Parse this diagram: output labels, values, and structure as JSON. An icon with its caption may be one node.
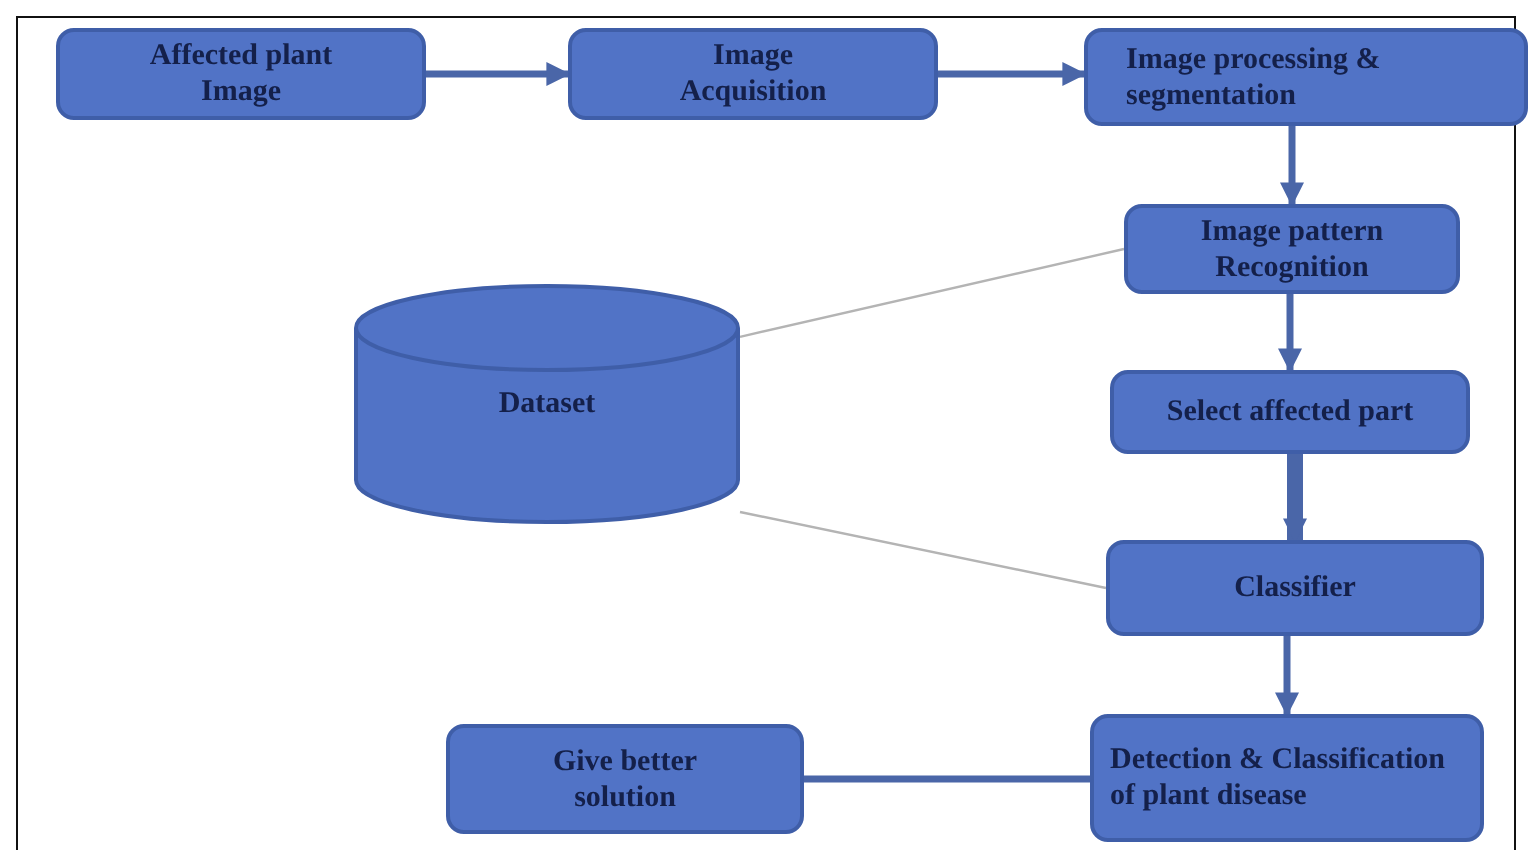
{
  "diagram": {
    "nodes": [
      {
        "text": [
          "Affected plant Image"
        ]
      },
      {
        "text": [
          "Image Acquisition"
        ]
      },
      {
        "text": [
          "Image processing & segmentation"
        ]
      },
      {
        "text": [
          "Image pattern Recognition"
        ]
      },
      {
        "text": [
          "Dataset"
        ]
      },
      {
        "text": [
          "Select affected part"
        ]
      },
      {
        "text": [
          "Classifier"
        ]
      },
      {
        "text": [
          "Give better solution"
        ]
      },
      {
        "text": [
          "Detection & Classification of plant disease"
        ]
      }
    ],
    "edges": [
      {
        "from": 0,
        "to": 1,
        "arrow": "to"
      },
      {
        "from": 1,
        "to": 2,
        "arrow": "to"
      },
      {
        "from": 2,
        "to": 3,
        "arrow": "to"
      },
      {
        "from": 3,
        "to": 5,
        "arrow": "to"
      },
      {
        "from": 5,
        "to": 6,
        "arrow": "to",
        "style": "thick"
      },
      {
        "from": 6,
        "to": 8,
        "arrow": "to"
      },
      {
        "from": 8,
        "to": 7,
        "arrow": "none"
      },
      {
        "from": 4,
        "to": 3,
        "arrow": "none",
        "color": "#b4b4b4"
      },
      {
        "from": 4,
        "to": 6,
        "arrow": "none",
        "color": "#b4b4b4"
      }
    ]
  }
}
